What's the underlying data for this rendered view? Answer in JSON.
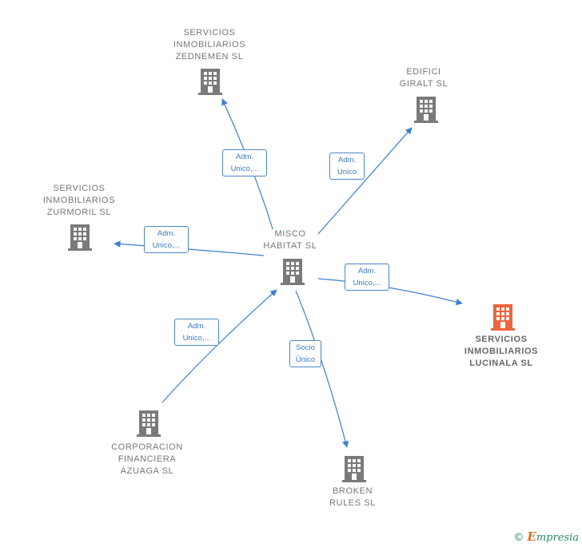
{
  "nodes": [
    {
      "id": "misco",
      "label": "MISCO\nHABITAT SL",
      "focus": false,
      "icon": "building-icon"
    },
    {
      "id": "zednemen",
      "label": "SERVICIOS\nINMOBILIARIOS\nZEDNEMEN SL",
      "focus": false,
      "icon": "building-icon"
    },
    {
      "id": "giralt",
      "label": "EDIFICI\nGIRALT SL",
      "focus": false,
      "icon": "building-icon"
    },
    {
      "id": "zurmoril",
      "label": "SERVICIOS\nINMOBILIARIOS\nZURMORIL SL",
      "focus": false,
      "icon": "building-icon"
    },
    {
      "id": "lucinala",
      "label": "SERVICIOS\nINMOBILIARIOS\nLUCINALA SL",
      "focus": true,
      "icon": "building-icon"
    },
    {
      "id": "azuaga",
      "label": "CORPORACION\nFINANCIERA\nAZUAGA SL",
      "focus": false,
      "icon": "building-icon"
    },
    {
      "id": "broken",
      "label": "BROKEN\nRULES SL",
      "focus": false,
      "icon": "building-icon"
    }
  ],
  "edges": [
    {
      "from": "misco",
      "to": "zednemen",
      "label": "Adm.\nUnico,..."
    },
    {
      "from": "misco",
      "to": "giralt",
      "label": "Adm.\nUnico"
    },
    {
      "from": "misco",
      "to": "zurmoril",
      "label": "Adm.\nUnico,..."
    },
    {
      "from": "misco",
      "to": "lucinala",
      "label": "Adm.\nUnico,..."
    },
    {
      "from": "azuaga",
      "to": "misco",
      "label": "Adm.\nUnico,..."
    },
    {
      "from": "misco",
      "to": "broken",
      "label": "Socio\nÚnico"
    }
  ],
  "colors": {
    "edge": "#3c7fd0",
    "building": "#7a7a7a",
    "building_focus": "#f0643c"
  },
  "footer": {
    "copyright": "©",
    "brand_initial": "E",
    "brand_rest": "mpresia"
  }
}
